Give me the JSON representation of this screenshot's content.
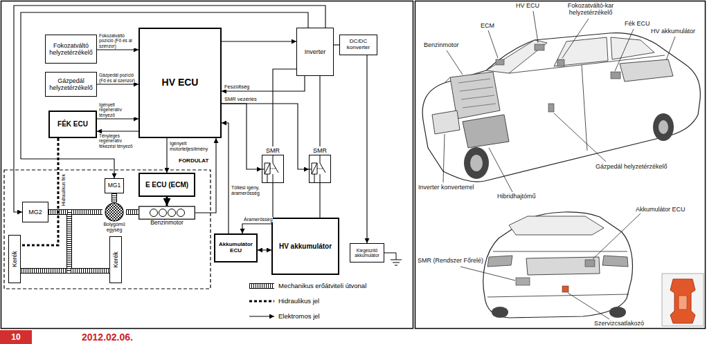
{
  "diagram": {
    "nodes": [
      {
        "text": [
          "Fokozatváltó helyzetérzékelő"
        ]
      },
      {
        "text": [
          "Gázpedál helyzetérzékelő"
        ]
      },
      {
        "text": [
          "FÉK ECU"
        ]
      },
      {
        "text": [
          "HV ECU"
        ]
      },
      {
        "text": [
          "Inverter"
        ]
      },
      {
        "text": [
          "DC/DC konverter"
        ]
      },
      {
        "text": [
          "SMR"
        ]
      },
      {
        "text": [
          "SMR"
        ]
      },
      {
        "text": [
          "E ECU (ECM)"
        ]
      },
      {
        "text": [
          "MG1"
        ]
      },
      {
        "text": [
          "MG2"
        ]
      },
      {
        "text": [
          "Bolygómű egység"
        ]
      },
      {
        "text": [
          "Benzinmotor"
        ]
      },
      {
        "text": [
          "Kerék"
        ]
      },
      {
        "text": [
          "Kerék"
        ]
      },
      {
        "text": [
          "Akkumulátor ECU"
        ]
      },
      {
        "text": [
          "HV akkumulátor"
        ]
      },
      {
        "text": [
          "Kiegészítő akkumulátor"
        ]
      }
    ],
    "edges": [
      {
        "from": 0,
        "to": 3,
        "arrow": "to",
        "label": "Fokozatváltó pozíció (Fő és al szenzor)"
      },
      {
        "from": 1,
        "to": 3,
        "arrow": "to",
        "label": "Gázpedál pozíció (Fő és al szenzor)"
      },
      {
        "from": 2,
        "to": 3,
        "arrow": "to",
        "label": "Igényelt regeneratív tényező"
      },
      {
        "from": 3,
        "to": 2,
        "arrow": "to",
        "label": "Tényleges regeneratív fékezési tényező"
      },
      {
        "from": 3,
        "to": 4,
        "arrow": "to"
      },
      {
        "from": 4,
        "to": 3,
        "arrow": "to",
        "label": "Feszültség"
      },
      {
        "from": 3,
        "to": 6,
        "arrow": "to",
        "label": "SMR vezérlés"
      },
      {
        "from": 3,
        "to": 7,
        "arrow": "to"
      },
      {
        "from": 15,
        "to": 3,
        "arrow": "to",
        "label": "Töltési igény, áramerősség"
      },
      {
        "from": 3,
        "to": 8,
        "arrow": "to",
        "label": "Igényelt motorteljesítmény"
      },
      {
        "from": 12,
        "to": 3,
        "arrow": "to",
        "label": "FORDULAT"
      },
      {
        "from": 8,
        "to": 12,
        "arrow": "to"
      },
      {
        "from": 4,
        "to": 9,
        "arrow": "to"
      },
      {
        "from": 4,
        "to": 10,
        "arrow": "to"
      },
      {
        "from": 4,
        "to": 5,
        "arrow": "none"
      },
      {
        "from": 5,
        "to": 17,
        "arrow": "to"
      },
      {
        "from": 6,
        "to": 4,
        "arrow": "none"
      },
      {
        "from": 7,
        "to": 4,
        "arrow": "none"
      },
      {
        "from": 16,
        "to": 6,
        "arrow": "none"
      },
      {
        "from": 16,
        "to": 7,
        "arrow": "none"
      },
      {
        "from": 16,
        "to": 15,
        "arrow": "to",
        "label": "Áramerősség"
      },
      {
        "from": 15,
        "to": 16,
        "arrow": "both"
      },
      {
        "from": 9,
        "to": 11,
        "arrow": "none"
      },
      {
        "from": 10,
        "to": 11,
        "arrow": "none"
      },
      {
        "from": 11,
        "to": 12,
        "arrow": "none"
      },
      {
        "from": 10,
        "to": 13,
        "arrow": "none"
      },
      {
        "from": 10,
        "to": 14,
        "arrow": "none"
      },
      {
        "from": 2,
        "to": 13,
        "arrow": "none",
        "label": "Hidraulikus fék"
      }
    ],
    "labels": [
      "HV ECU",
      "Fokozatváltó-kar helyzetérzékelő",
      "ECM",
      "Fék ECU",
      "Benzinmotor",
      "HV akkumulátor",
      "Inverter konverterrel",
      "Gázpedál helyzetérzékelő",
      "Hibridhajtómű",
      "Akkumulátor ECU",
      "SMR (Rendszer Főrelé)",
      "Szervizcsatlakozó",
      "10",
      "2012.02.06."
    ],
    "legend": [
      {
        "text": "Mechanikus erőátviteli útvonal"
      },
      {
        "text": "Hidraulikus jel"
      },
      {
        "text": "Elektromos jel"
      }
    ]
  }
}
